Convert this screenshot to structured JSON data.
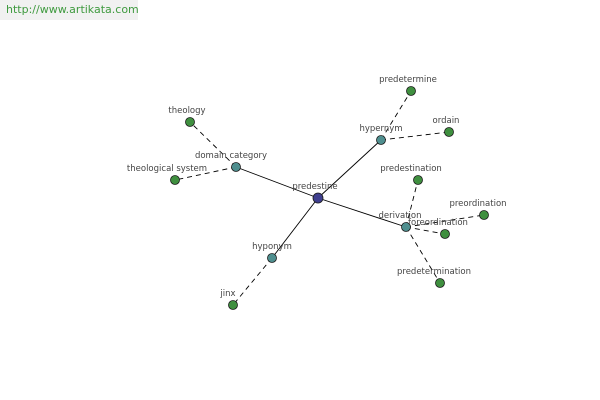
{
  "watermark": "http://www.artikata.com",
  "colors": {
    "center": "#3f3f8f",
    "relation": "#4f8f8f",
    "leaf": "#3f8f3f",
    "edge": "#000000"
  },
  "nodes": [
    {
      "id": "predestine",
      "label": "predestine",
      "kind": "center"
    },
    {
      "id": "hypernym",
      "label": "hypernym",
      "kind": "relation"
    },
    {
      "id": "domain_category",
      "label": "domain category",
      "kind": "relation"
    },
    {
      "id": "derivation",
      "label": "derivation",
      "kind": "relation"
    },
    {
      "id": "hyponym",
      "label": "hyponym",
      "kind": "relation"
    },
    {
      "id": "predetermine",
      "label": "predetermine",
      "kind": "leaf"
    },
    {
      "id": "ordain",
      "label": "ordain",
      "kind": "leaf"
    },
    {
      "id": "theology",
      "label": "theology",
      "kind": "leaf"
    },
    {
      "id": "theological_system",
      "label": "theological system",
      "kind": "leaf"
    },
    {
      "id": "predestination",
      "label": "predestination",
      "kind": "leaf"
    },
    {
      "id": "preordination",
      "label": "preordination",
      "kind": "leaf"
    },
    {
      "id": "foreordination",
      "label": "foreordination",
      "kind": "leaf"
    },
    {
      "id": "predetermination",
      "label": "predetermination",
      "kind": "leaf"
    },
    {
      "id": "jinx",
      "label": "jinx",
      "kind": "leaf"
    }
  ],
  "edges": [
    {
      "from": "predestine",
      "to": "hypernym",
      "style": "solid"
    },
    {
      "from": "predestine",
      "to": "domain_category",
      "style": "solid"
    },
    {
      "from": "predestine",
      "to": "derivation",
      "style": "solid"
    },
    {
      "from": "predestine",
      "to": "hyponym",
      "style": "solid"
    },
    {
      "from": "hypernym",
      "to": "predetermine",
      "style": "dashed"
    },
    {
      "from": "hypernym",
      "to": "ordain",
      "style": "dashed"
    },
    {
      "from": "domain_category",
      "to": "theology",
      "style": "dashed"
    },
    {
      "from": "domain_category",
      "to": "theological_system",
      "style": "dashed"
    },
    {
      "from": "derivation",
      "to": "predestination",
      "style": "dashed"
    },
    {
      "from": "derivation",
      "to": "preordination",
      "style": "dashed"
    },
    {
      "from": "derivation",
      "to": "foreordination",
      "style": "dashed"
    },
    {
      "from": "derivation",
      "to": "predetermination",
      "style": "dashed"
    },
    {
      "from": "hyponym",
      "to": "jinx",
      "style": "dashed"
    }
  ]
}
